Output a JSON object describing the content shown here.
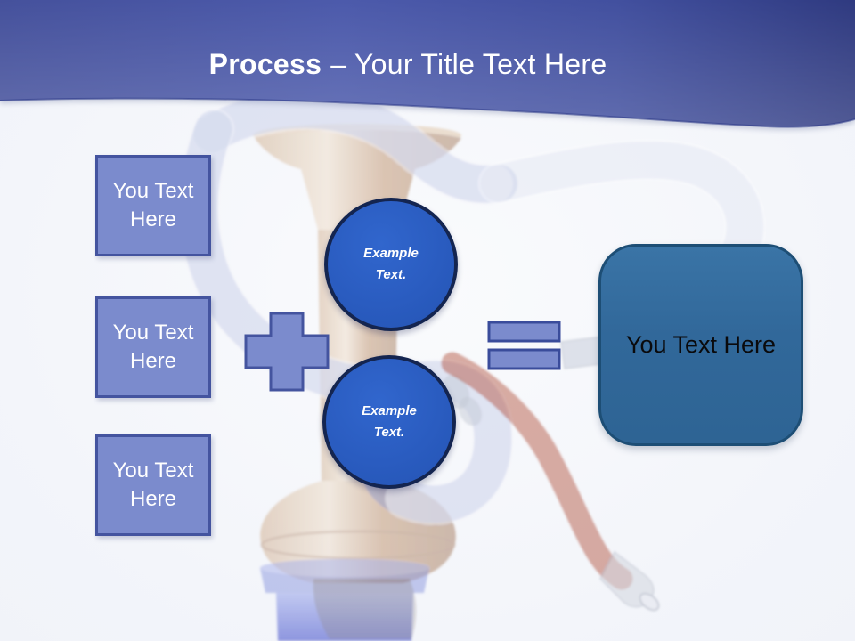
{
  "slide": {
    "background_color": "#F4F6FA",
    "watermark": "hookah-photo-faded"
  },
  "header": {
    "title_bold": "Process",
    "title_regular": "– Your Title Text Here",
    "band_gradient": {
      "start": "#45519C",
      "mid": "#4C5AAB",
      "end": "#2F3A80"
    }
  },
  "diagram": {
    "input_boxes": [
      {
        "label": "You Text Here"
      },
      {
        "label": "You Text Here"
      },
      {
        "label": "You Text Here"
      }
    ],
    "circles": [
      {
        "label": "Example Text."
      },
      {
        "label": "Example Text."
      }
    ],
    "icons": {
      "plus": "+",
      "equals": "="
    },
    "result_box": {
      "label": "You Text Here"
    }
  },
  "colors": {
    "box_fill": "#7B8BCD",
    "box_border": "#44549F",
    "circle_fill": "#2A5CC0",
    "circle_border": "#142550",
    "result_fill": "#31689A",
    "result_border": "#1D4E75",
    "title_text": "#FFFFFF",
    "result_text": "#000000"
  }
}
